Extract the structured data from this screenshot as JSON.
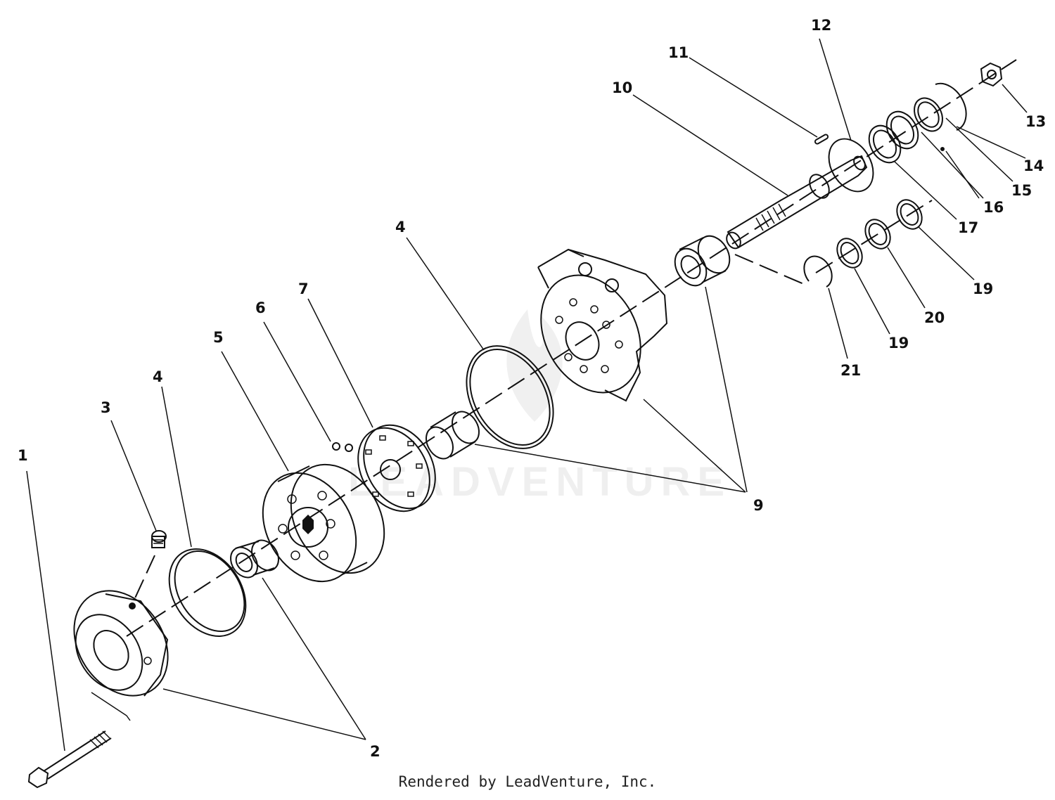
{
  "watermark_text": "LEADVENTURE",
  "credit": "Rendered by LeadVenture, Inc.",
  "callouts": [
    "1",
    "2",
    "3",
    "4",
    "4",
    "5",
    "6",
    "7",
    "9",
    "10",
    "11",
    "12",
    "13",
    "14",
    "15",
    "16",
    "17",
    "19",
    "19",
    "20",
    "21"
  ],
  "colors": {
    "line": "#111111",
    "background": "#ffffff"
  }
}
